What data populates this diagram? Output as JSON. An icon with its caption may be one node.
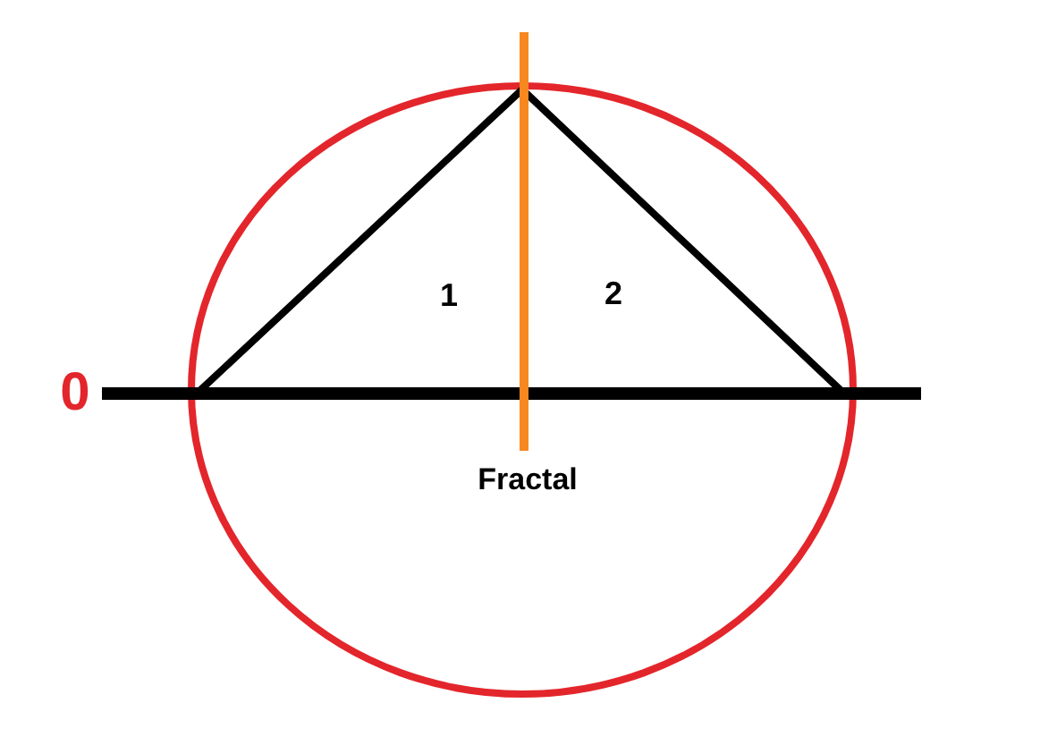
{
  "diagram": {
    "labels": [
      "0",
      "1",
      "2",
      "Fractal"
    ]
  }
}
